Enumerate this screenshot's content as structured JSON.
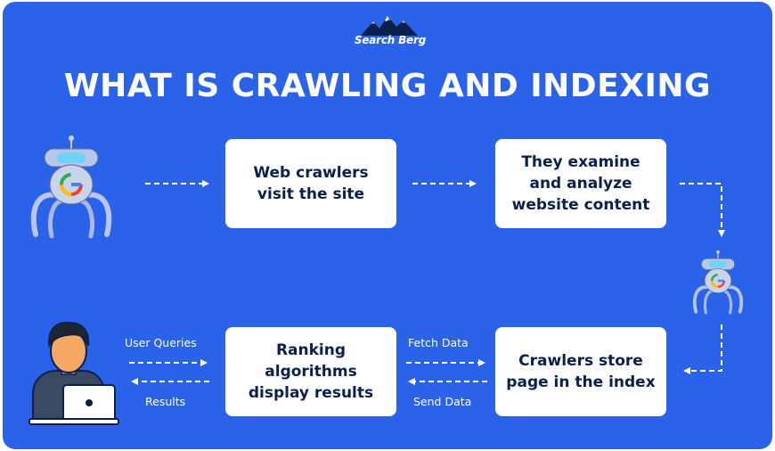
{
  "brand": {
    "logo_text": "Search Berg"
  },
  "title": "WHAT IS CRAWLING AND INDEXING",
  "steps": {
    "visit": "Web crawlers visit the site",
    "examine": "They examine and analyze website content",
    "store": "Crawlers store page in the index",
    "rank": "Ranking algorithms display results"
  },
  "labels": {
    "user_queries": "User Queries",
    "results": "Results",
    "fetch_data": "Fetch Data",
    "send_data": "Send Data"
  },
  "colors": {
    "background": "#2a63ea",
    "box": "#ffffff",
    "box_text": "#0b1f4d",
    "arrows": "#ffffff"
  },
  "icons": [
    "mountain-logo-icon",
    "crawler-robot-icon",
    "user-laptop-icon",
    "dashed-arrow-icon"
  ]
}
